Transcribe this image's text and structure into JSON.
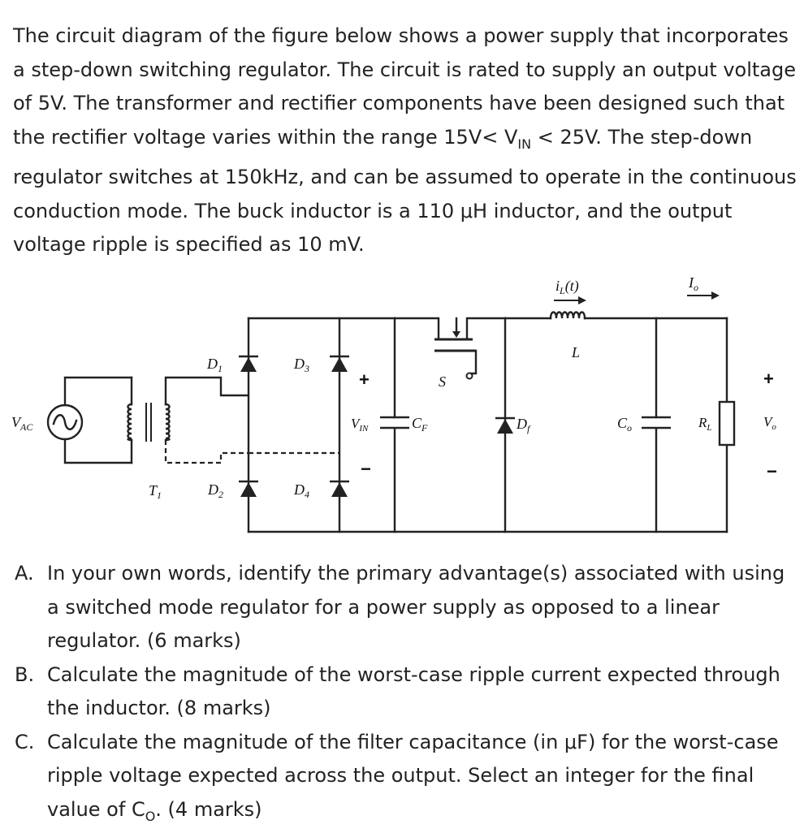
{
  "intro": {
    "text_a": "The circuit diagram of the figure below shows a power supply that incorporates a step-down switching regulator. The circuit is rated to supply an output voltage of 5V. The transformer and rectifier components have been designed such that the rectifier voltage varies within the range 15V< V",
    "sub_a": "IN",
    "text_b": " < 25V. The step-down regulator switches at 150kHz, and can be assumed to operate in the continuous conduction mode. The buck inductor is a 110 μH inductor, and the output voltage ripple is specified as 10 mV."
  },
  "circuit": {
    "vac": {
      "main": "V",
      "sub": "AC"
    },
    "t1": {
      "main": "T",
      "sub": "1"
    },
    "d1": {
      "main": "D",
      "sub": "1"
    },
    "d2": {
      "main": "D",
      "sub": "2"
    },
    "d3": {
      "main": "D",
      "sub": "3"
    },
    "d4": {
      "main": "D",
      "sub": "4"
    },
    "vin": {
      "main": "V",
      "sub": "IN"
    },
    "cf": {
      "main": "C",
      "sub": "F"
    },
    "s": "S",
    "df": {
      "main": "D",
      "sub": "f"
    },
    "il": {
      "main": "i",
      "sub": "L",
      "tail": "(t)"
    },
    "l": "L",
    "io": {
      "main": "I",
      "sub": "o"
    },
    "co": {
      "main": "C",
      "sub": "o"
    },
    "rl": {
      "main": "R",
      "sub": "L"
    },
    "vo": {
      "main": "V",
      "sub": "o"
    },
    "plus": "+",
    "minus": "−"
  },
  "questions": [
    {
      "letter": "A.",
      "text": "In your own words, identify the primary advantage(s) associated with using a switched mode regulator for a power supply as opposed to a linear regulator. (6 marks)"
    },
    {
      "letter": "B.",
      "text": "Calculate the magnitude of the worst-case ripple current expected through the inductor. (8 marks)"
    },
    {
      "letter": "C.",
      "text_a": "Calculate the magnitude of the filter capacitance (in μF) for the worst-case ripple voltage expected across the output. Select an integer for the final value of C",
      "sub": "O",
      "text_b": ". (4 marks)"
    }
  ]
}
